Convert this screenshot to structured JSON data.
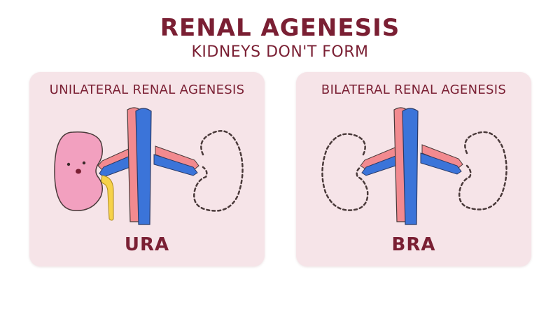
{
  "header": {
    "title": "RENAL AGENESIS",
    "subtitle": "KIDNEYS DON'T FORM"
  },
  "panels": [
    {
      "label": "UNILATERAL RENAL AGENESIS",
      "abbr": "URA"
    },
    {
      "label": "BILATERAL RENAL AGENESIS",
      "abbr": "BRA"
    }
  ],
  "colors": {
    "text": "#7a1f33",
    "panel_bg": "#f6e4e8",
    "vein": "#3b74d9",
    "artery": "#f28a8f",
    "kidney": "#f2a0bf",
    "ureter": "#f6d24a",
    "outline": "#4a3a3a"
  }
}
